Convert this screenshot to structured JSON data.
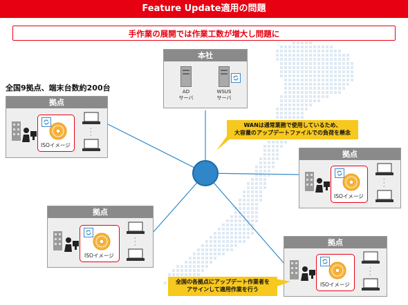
{
  "header": {
    "title": "Feature Update適用の問題"
  },
  "subtitle": "手作業の展開では作業工数が増大し問題に",
  "site_note": "全国9拠点、端末台数約200台",
  "hq": {
    "title": "本社",
    "server_ad": [
      "AD",
      "サーバ"
    ],
    "server_wsus": [
      "WSUS",
      "サーバ"
    ]
  },
  "branches": [
    {
      "title": "拠点",
      "iso_label": "ISOイメージ"
    },
    {
      "title": "拠点",
      "iso_label": "ISOイメージ"
    },
    {
      "title": "拠点",
      "iso_label": "ISOイメージ"
    },
    {
      "title": "拠点",
      "iso_label": "ISOイメージ"
    }
  ],
  "callouts": {
    "wan": [
      "WANは通常業務で使用しているため、",
      "大容量のアップデートファイルでの負荷を懸念"
    ],
    "staff": [
      "全国の各拠点にアップデート作業者を",
      "アサインして適用作業を行う"
    ]
  },
  "colors": {
    "red": "#e60012",
    "hub": "#2f86c8",
    "callout": "#f7c81e",
    "panel": "#eeeeee",
    "panel_title": "#8a8a8a"
  }
}
